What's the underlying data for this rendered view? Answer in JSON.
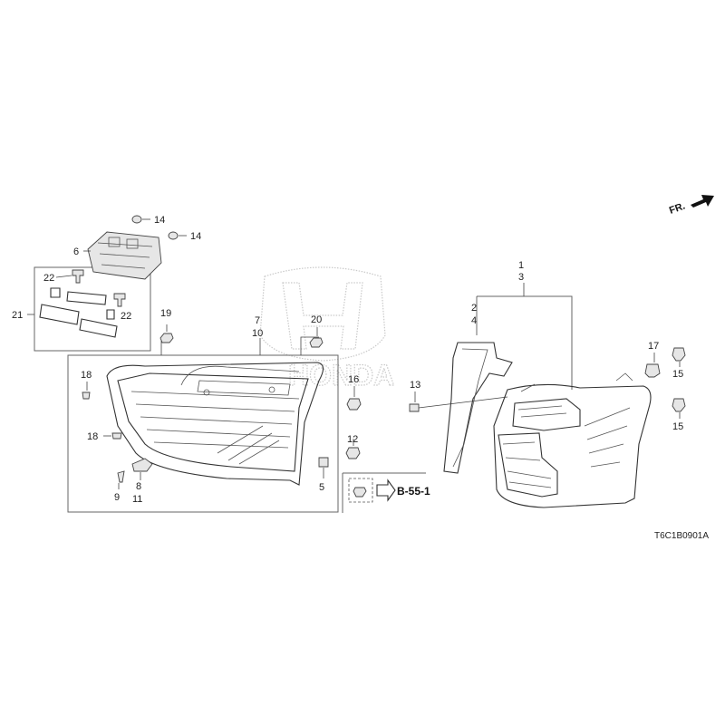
{
  "diagram": {
    "drawing_code": "T6C1B0901A",
    "direction_label": "FR.",
    "reference_label": "B-55-1",
    "watermark_text": "HONDA",
    "callouts": {
      "c1": "1",
      "c2": "2",
      "c3": "3",
      "c4": "4",
      "c5": "5",
      "c6": "6",
      "c7": "7",
      "c8": "8",
      "c9": "9",
      "c10": "10",
      "c11": "11",
      "c12": "12",
      "c13": "13",
      "c14a": "14",
      "c14b": "14",
      "c15a": "15",
      "c15b": "15",
      "c16": "16",
      "c17": "17",
      "c18a": "18",
      "c18b": "18",
      "c19": "19",
      "c20": "20",
      "c21": "21",
      "c22a": "22",
      "c22b": "22"
    }
  }
}
